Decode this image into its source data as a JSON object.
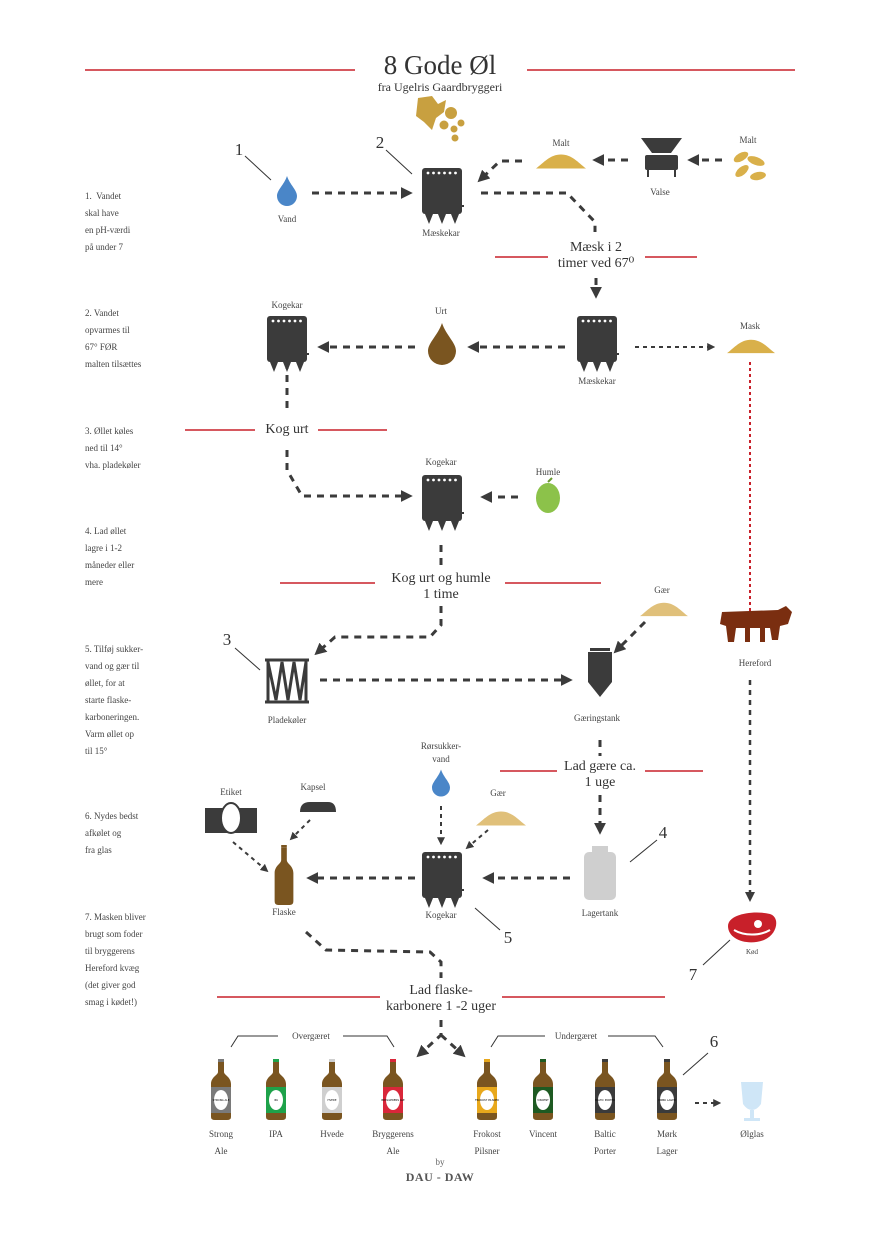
{
  "header": {
    "title": "8 Gode Øl",
    "subtitle": "fra Ugelris Gaardbryggeri",
    "logo": "grape-leaf-logo"
  },
  "colors": {
    "accent_red": "#c8202a",
    "dark": "#3b3b3b",
    "gold": "#d9b04a",
    "water": "#4a86c8",
    "beer_brown": "#7a5520",
    "hop_green": "#8cc24a",
    "cow": "#7a2e10",
    "meat": "#c8202a"
  },
  "steps": [
    "1.  Vandet\nskal have\nen pH-værdi\npå under 7",
    "2. Vandet\nopvarmes til\n67° FØR\nmalten tilsættes",
    "3. Øllet køles\nned til 14°\nvha. pladekøler",
    "4. Lad øllet\nlagre i 1-2\nmåneder eller\nmere",
    "5. Tilføj sukker-\nvand og gær til\nøllet, for at\nstarte flaske-\nkarboneringen.\nVarm øllet op\ntil 15°",
    "6. Nydes bedst\nafkølet og\nfra glas",
    "7. Masken bliver\nbrugt som foder\ntil bryggerens\nHereford kvæg\n(det giver god\nsmag i kødet!)"
  ],
  "numbers": [
    "1",
    "2",
    "3",
    "4",
    "5",
    "6",
    "7"
  ],
  "nodes": {
    "vand": "Vand",
    "maeskekar1": "Mæskekar",
    "malt1": "Malt",
    "valse": "Valse",
    "malt2": "Malt",
    "kogekar1": "Kogekar",
    "urt": "Urt",
    "maeskekar2": "Mæskekar",
    "mask": "Mask",
    "kogekar2": "Kogekar",
    "humle": "Humle",
    "pladekoeler": "Pladekøler",
    "gaeringstank": "Gæringstank",
    "gaer1": "Gær",
    "hereford": "Hereford",
    "roersukkervand": "Rørsukker-\nvand",
    "gaer2": "Gær",
    "etiket": "Etiket",
    "kapsel": "Kapsel",
    "flaske": "Flaske",
    "kogekar3": "Kogekar",
    "lagertank": "Lagertank",
    "koed": "Kød",
    "oelglas": "Ølglas"
  },
  "stages": {
    "maesk": "Mæsk i 2\ntimer ved 67⁰",
    "kog_urt": "Kog urt",
    "kog_urt_humle": "Kog urt og humle\n1 time",
    "lad_gaere": "Lad gære ca.\n1 uge",
    "flaske_karbonere": "Lad flaske-\nkarbonere 1 -2 uger"
  },
  "groups": {
    "overgaeret": "Overgæret",
    "undergaeret": "Undergæret"
  },
  "beers": [
    {
      "name": "Strong\nAle",
      "label": "STRONG ALE",
      "color": "#7a7a7a"
    },
    {
      "name": "IPA",
      "label": "IPA",
      "color": "#1ea24a"
    },
    {
      "name": "Hvede",
      "label": "HVEDE",
      "color": "#cfcfcf"
    },
    {
      "name": "Bryggerens\nAle",
      "label": "BRYGGERENS ALE",
      "color": "#d9273a"
    },
    {
      "name": "Frokost\nPilsner",
      "label": "FROKOST PILSNER",
      "color": "#e8a81c"
    },
    {
      "name": "Vincent",
      "label": "VINCENT",
      "color": "#1e5a22"
    },
    {
      "name": "Baltic\nPorter",
      "label": "BALTIC PORTER",
      "color": "#3b3b3b"
    },
    {
      "name": "Mørk\nLager",
      "label": "MØRK LAGER",
      "color": "#3b3b3b"
    }
  ],
  "footer": {
    "by": "by",
    "brand": "DAU - DAW"
  }
}
